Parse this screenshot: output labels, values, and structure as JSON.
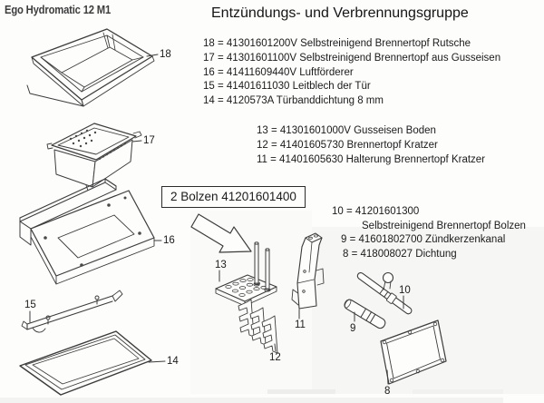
{
  "brand": "Ego Hydromatic 12 M1",
  "title": "Entzündungs- und Verbrennungsgruppe",
  "parts_list_upper": {
    "lines": [
      "18 = 41301601200V Selbstreinigend Brennertopf Rutsche",
      "17 = 41301601100V Selbstreinigend Brennertopf aus Gusseisen",
      "16 = 41411609440V Luftförderer",
      "15 = 41401611030 Leitblech der Tür",
      "14 = 4120573A Türbanddichtung 8 mm"
    ]
  },
  "parts_list_middle": {
    "lines": [
      "13 = 41301601000V Gusseisen Boden",
      "12 = 41401605730 Brennertopf Kratzer",
      "11 = 41401605630 Halterung Brennertopf Kratzer"
    ]
  },
  "boxed_note": "2 Bolzen 41201601400",
  "parts_list_lower": {
    "line_10": "10 = 41201601300",
    "line_10_cont": "Selbstreinigend Brennertopf Bolzen",
    "line_9": "9 = 41601802700 Zündkerzenkanal",
    "line_8": "8 = 418008027 Dichtung"
  },
  "callouts": {
    "c18": "18",
    "c17": "17",
    "c16": "16",
    "c15": "15",
    "c14": "14",
    "c13": "13",
    "c12": "12",
    "c11": "11",
    "c10": "10",
    "c9": "9",
    "c8": "8"
  },
  "colors": {
    "line_art": "#3c3c3c",
    "text": "#1a1a1a",
    "background": "#fdfdfc",
    "tint": "#f6f6f4"
  }
}
